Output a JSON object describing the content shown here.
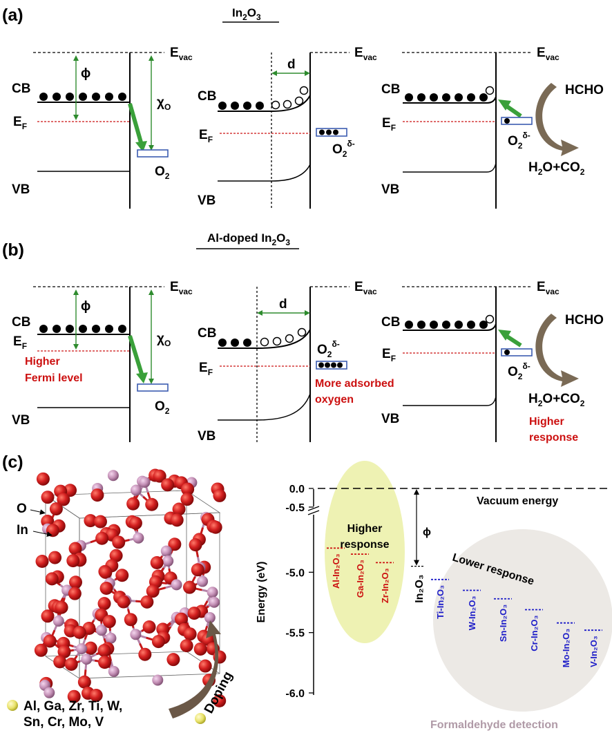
{
  "panels": {
    "a": "(a)",
    "b": "(b)",
    "c": "(c)"
  },
  "titles": {
    "a_main": "In",
    "a_sub1": "2",
    "a_mid": "O",
    "a_sub2": "3",
    "b_main": "Al-doped In",
    "b_sub1": "2",
    "b_mid": "O",
    "b_sub2": "3"
  },
  "band_labels": {
    "cb": "CB",
    "vb": "VB",
    "ef": "E",
    "ef_sub": "F",
    "evac": "E",
    "evac_sub": "vac",
    "phi": "ϕ",
    "chi": "χ",
    "chi_sub": "O",
    "d": "d",
    "o2": "O",
    "o2_sub": "2",
    "o2_sup": "δ-"
  },
  "reaction": {
    "reactant": "HCHO",
    "product_h2o": "H",
    "product_h2o_sub": "2",
    "product_mid": "O+CO",
    "product_co2_sub": "2"
  },
  "annotations": {
    "higher_fermi_1": "Higher",
    "higher_fermi_2": "Fermi level",
    "more_adsorbed_1": "More adsorbed",
    "more_adsorbed_2": "oxygen",
    "higher_resp_1": "Higher",
    "higher_resp_2": "response"
  },
  "structure": {
    "o_label": "O",
    "in_label": "In",
    "dopants_line1": "Al, Ga, Zr, Ti, W,",
    "dopants_line2": "Sn, Cr, Mo, V",
    "doping": "Doping"
  },
  "energy_chart": {
    "ylabel": "Energy (eV)",
    "ticks": [
      "0.0",
      "-0.5",
      "-5.0",
      "-5.5",
      "-6.0"
    ],
    "vacuum_label": "Vacuum energy",
    "phi": "ϕ",
    "higher_response_1": "Higher",
    "higher_response_2": "response",
    "lower_response": "Lower response",
    "footer": "Formaldehyde detection",
    "in2o3_label": "In₂O₃",
    "colors": {
      "higher": "#cc1010",
      "lower": "#1c1cc8",
      "higher_ellipse": "#eef2b3",
      "lower_ellipse": "#ece9e5",
      "footer": "#b09aa7"
    }
  },
  "chart_data": {
    "type": "scatter",
    "title": "",
    "xlabel": "",
    "ylabel": "Energy (eV)",
    "ylim": [
      -6.0,
      0.0
    ],
    "axis_break": [
      -0.5,
      -4.5
    ],
    "yticks": [
      0.0,
      -0.5,
      -5.0,
      -5.5,
      -6.0
    ],
    "reference": {
      "name": "In₂O₃",
      "value": -4.95
    },
    "vacuum": {
      "name": "Vacuum energy",
      "value": 0.0
    },
    "series": [
      {
        "name": "Higher response",
        "categories": [
          "Al-In₂O₃",
          "Ga-In₂O₃",
          "Zr-In₂O₃"
        ],
        "values": [
          -4.8,
          -4.85,
          -4.92
        ]
      },
      {
        "name": "Lower response",
        "categories": [
          "Ti-In₂O₃",
          "W-In₂O₃",
          "Sn-In₂O₃",
          "Cr-In₂O₃",
          "Mo-In₂O₃",
          "V-In₂O₃"
        ],
        "values": [
          -5.06,
          -5.15,
          -5.22,
          -5.31,
          -5.42,
          -5.48
        ]
      }
    ]
  }
}
